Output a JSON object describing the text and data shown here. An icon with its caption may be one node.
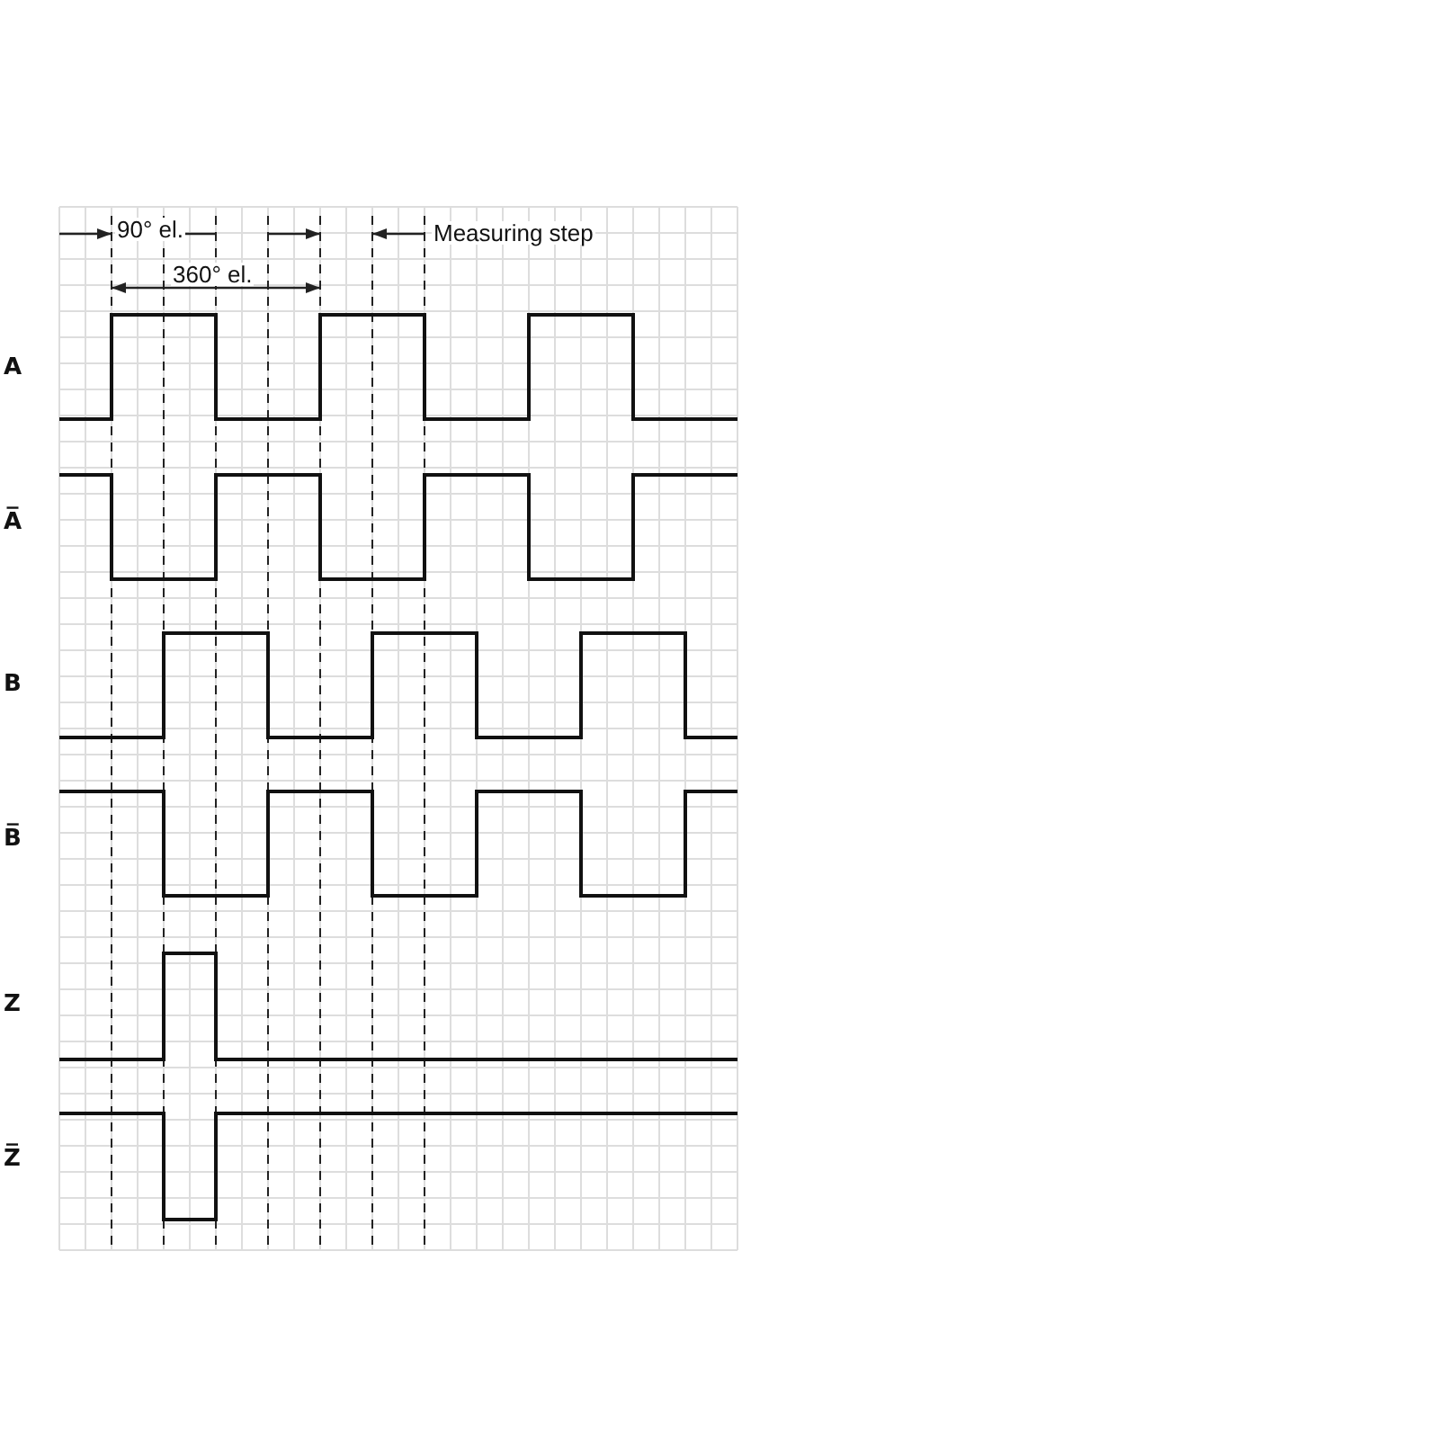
{
  "diagram": {
    "labels": [
      "90° el.",
      "Measuring step",
      "360° el.",
      "A",
      "A̅",
      "B",
      "B̅",
      "Z",
      "Z̅"
    ]
  }
}
